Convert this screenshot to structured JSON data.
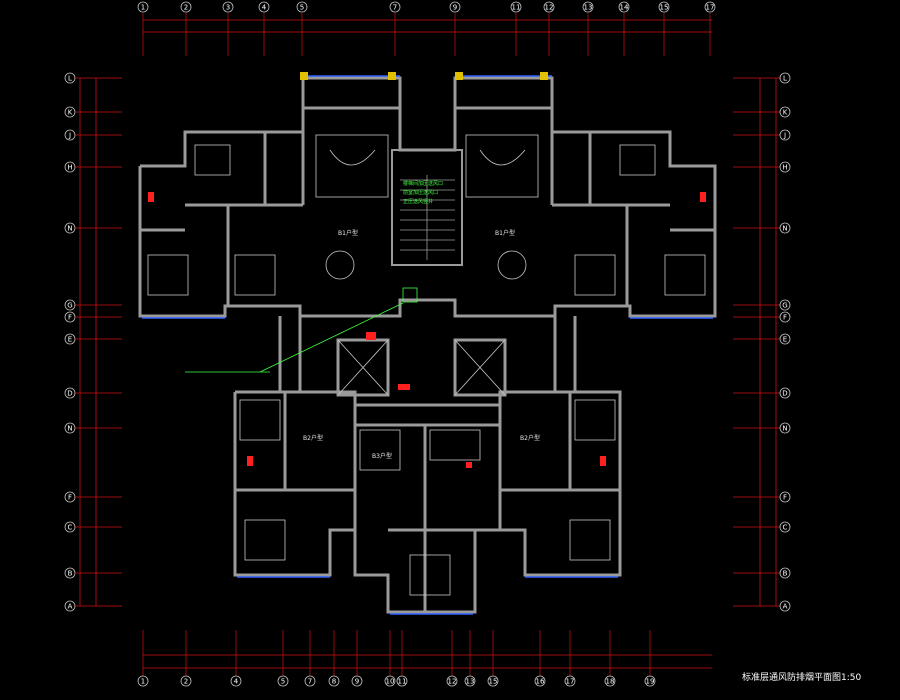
{
  "top_axes": [
    "1",
    "2",
    "3",
    "4",
    "5",
    "7",
    "9",
    "11",
    "12",
    "13",
    "14",
    "15",
    "17"
  ],
  "bottom_axes": [
    "1",
    "2",
    "4",
    "5",
    "7",
    "8",
    "9",
    "10",
    "11",
    "12",
    "13",
    "15",
    "16",
    "17",
    "18",
    "19"
  ],
  "left_axes": [
    "L",
    "K",
    "J",
    "H",
    "N",
    "G",
    "F",
    "E",
    "D",
    "N",
    "F",
    "C",
    "B",
    "A"
  ],
  "right_axes": [
    "L",
    "K",
    "J",
    "H",
    "N",
    "G",
    "F",
    "E",
    "D",
    "N",
    "F",
    "C",
    "B",
    "A"
  ],
  "units": [
    {
      "label": "B1户型"
    },
    {
      "label": "B1户型"
    },
    {
      "label": "B2户型"
    },
    {
      "label": "B2户型"
    },
    {
      "label": "B3户型"
    }
  ],
  "notes": {
    "pressure_fan": "楼梯间加压送风口",
    "note_line2": "前室加压送风口",
    "note_line3": "正压送风竖井"
  },
  "drawing_title": "标准层通风防排烟平面图1:50",
  "colors": {
    "wall": "#9a9a9a",
    "axis_line": "#d01010",
    "axis_bubble": "#c0c0c0",
    "note": "#40ff40",
    "equipment": "#ff2020",
    "window": "#3060ff",
    "furniture": "#c8c8c8"
  }
}
